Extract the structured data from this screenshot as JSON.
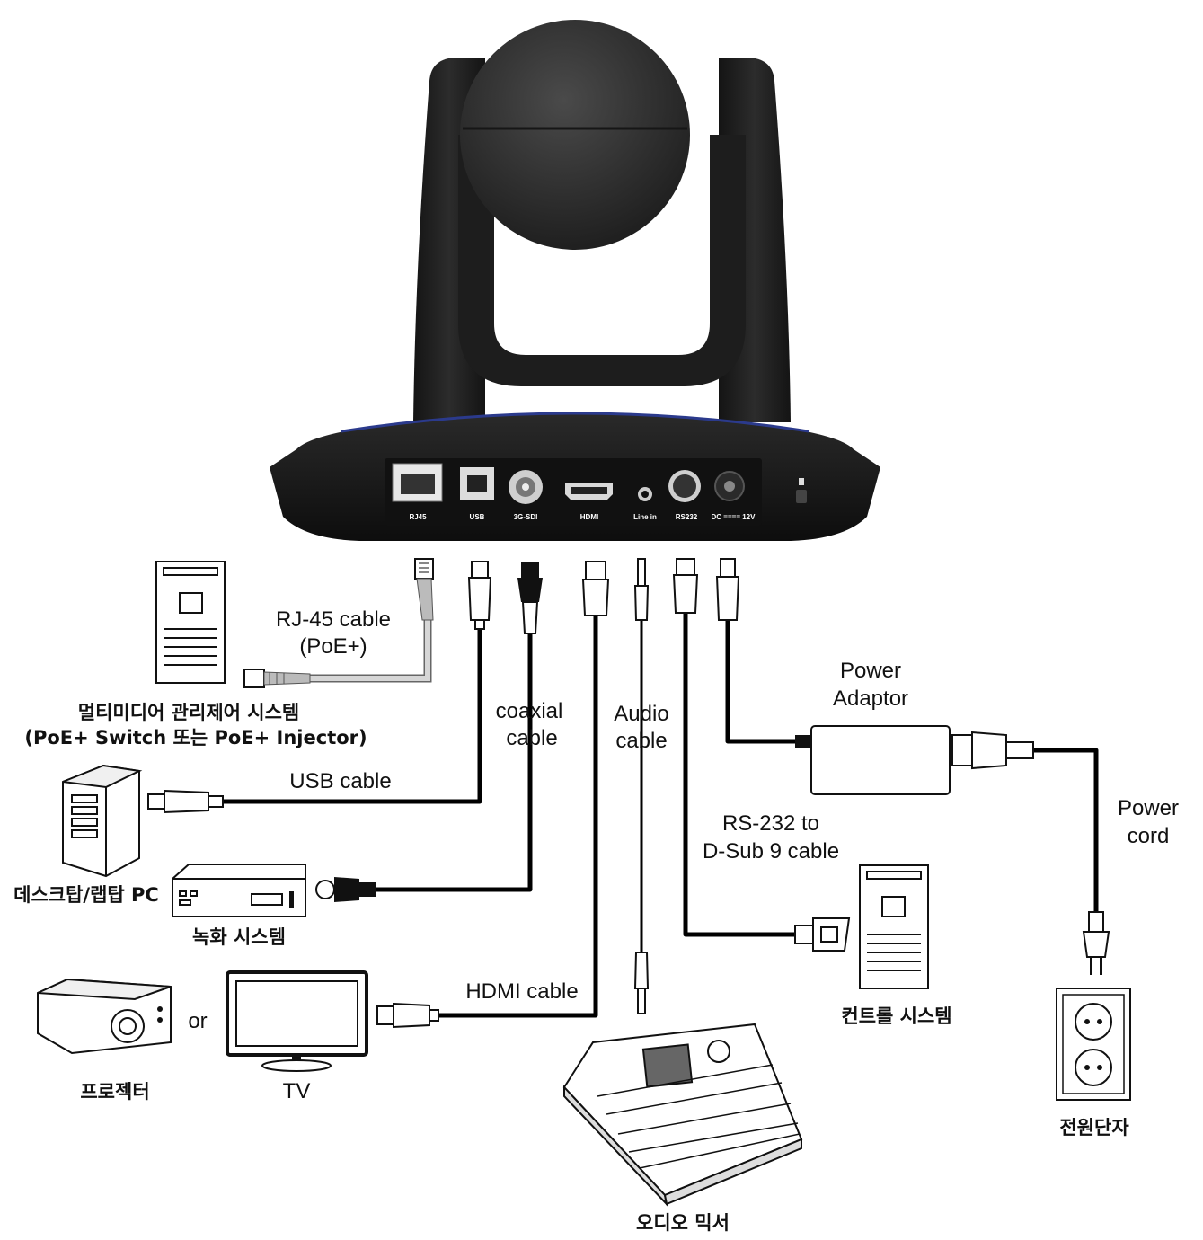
{
  "camera": {
    "ports": [
      "RJ45",
      "USB",
      "3G-SDI",
      "HDMI",
      "Line in",
      "RS232",
      "DC ==== 12V"
    ]
  },
  "cables": {
    "rj45": [
      "RJ-45 cable",
      "(PoE+)"
    ],
    "usb": "USB cable",
    "coaxial": [
      "coaxial",
      "cable"
    ],
    "audio": [
      "Audio",
      "cable"
    ],
    "hdmi": "HDMI cable",
    "rs232": [
      "RS-232 to",
      "D-Sub 9 cable"
    ],
    "power_adaptor": [
      "Power",
      "Adaptor"
    ],
    "power_cord": [
      "Power",
      "cord"
    ]
  },
  "devices": {
    "multimedia": [
      "멀티미디어 관리제어 시스템",
      "(PoE+ Switch 또는 PoE+ Injector)"
    ],
    "pc": "데스크탑/랩탑 PC",
    "recording": "녹화 시스템",
    "projector": "프로젝터",
    "or": "or",
    "tv": "TV",
    "mixer": "오디오 믹서",
    "control": "컨트롤 시스템",
    "outlet": "전원단자"
  }
}
